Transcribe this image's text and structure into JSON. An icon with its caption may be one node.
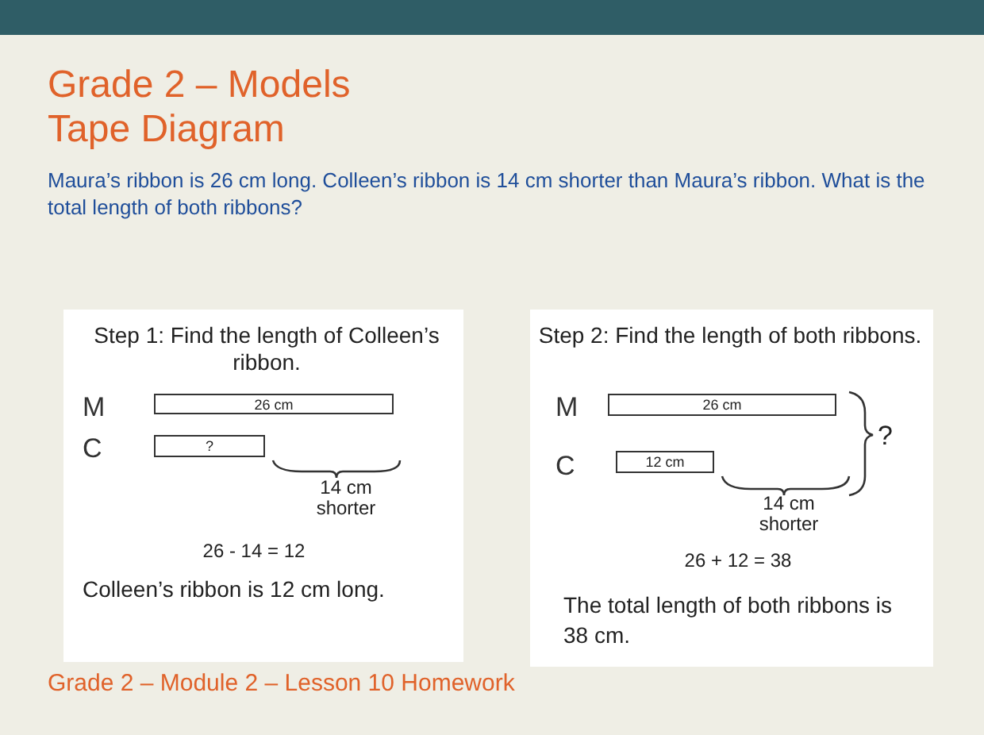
{
  "diagram": {
    "title": "Grade 2 – Models Tape Diagram",
    "caption": "Grade 2 – Module 2 – Lesson 10 Homework",
    "nodes": [
      {
        "text": [
          "26 cm"
        ]
      },
      {
        "text": [
          "?"
        ]
      },
      {
        "text": [
          "26 cm"
        ]
      },
      {
        "text": [
          "12 cm"
        ]
      }
    ],
    "edges": [],
    "labels": [
      "Maura’s ribbon is 26 cm long.  Colleen’s ribbon is 14 cm shorter than Maura’s ribbon.  What is the total length of both ribbons?",
      "Step 1: Find the length of Colleen’s ribbon.",
      "M",
      "C",
      "14 cm shorter",
      "26 - 14 = 12",
      "Colleen’s ribbon is 12 cm long.",
      "Step 2: Find the length of both ribbons.",
      "M",
      "C",
      "?",
      "14 cm shorter",
      "26 + 12 = 38",
      "The total length of both ribbons is 38 cm."
    ]
  }
}
